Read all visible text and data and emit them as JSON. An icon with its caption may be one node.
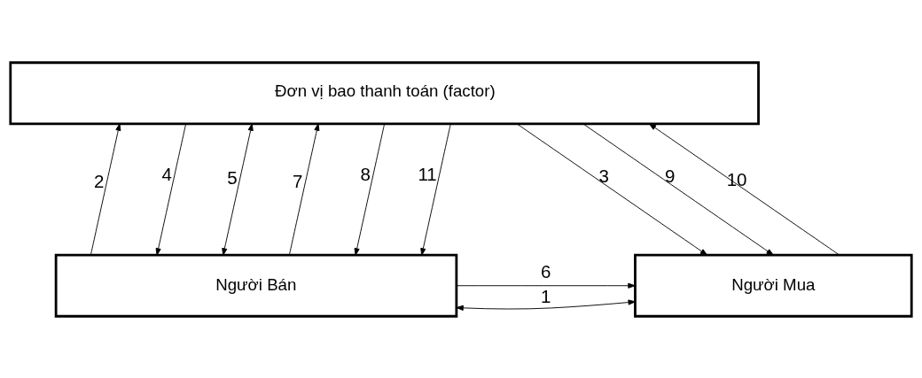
{
  "diagram": {
    "nodes": [
      {
        "text": [
          "Đơn vị bao thanh toán (factor)"
        ]
      },
      {
        "text": [
          "Người Bán"
        ]
      },
      {
        "text": [
          "Người Mua"
        ]
      }
    ],
    "edges": [
      {
        "from": 1,
        "to": 0,
        "arrow": "to",
        "label": "2"
      },
      {
        "from": 0,
        "to": 1,
        "arrow": "to",
        "label": "4"
      },
      {
        "from": 0,
        "to": 1,
        "arrow": "both",
        "label": "5"
      },
      {
        "from": 1,
        "to": 0,
        "arrow": "to",
        "label": "7"
      },
      {
        "from": 0,
        "to": 1,
        "arrow": "to",
        "label": "8"
      },
      {
        "from": 0,
        "to": 1,
        "arrow": "to",
        "label": "11"
      },
      {
        "from": 0,
        "to": 2,
        "arrow": "to",
        "label": "3"
      },
      {
        "from": 0,
        "to": 2,
        "arrow": "to",
        "label": "9"
      },
      {
        "from": 2,
        "to": 0,
        "arrow": "to",
        "label": "10"
      },
      {
        "from": 1,
        "to": 2,
        "arrow": "to",
        "label": "6"
      },
      {
        "from": 1,
        "to": 2,
        "arrow": "both",
        "label": "1"
      }
    ]
  }
}
